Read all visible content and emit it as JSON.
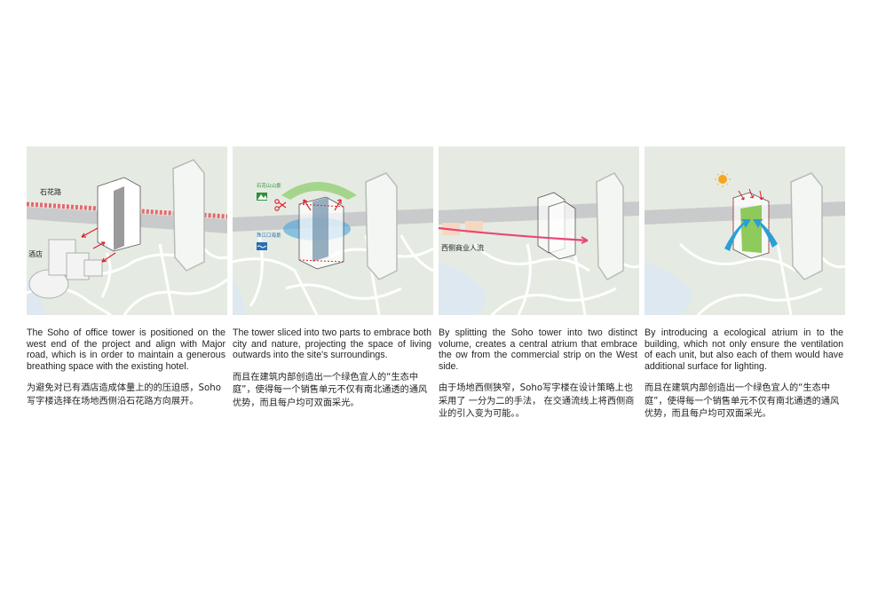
{
  "panels": [
    {
      "labels": {
        "road": "石花路",
        "hotel": "酒店"
      },
      "en": "The Soho of office tower is positioned on the west end of the project and align with Major road, which is in order to maintain a generous breathing space with the existing hotel.",
      "zh": "为避免对已有酒店造成体量上的的压迫感，Soho写字楼选择在场地西侧沿石花路方向展开。"
    },
    {
      "labels": {
        "mountain": "石花山山景",
        "harbor": "珠江口海景"
      },
      "en": " The tower sliced into two parts to embrace both city and nature, projecting the space of living outwards into the site's surroundings.",
      "zh": "而且在建筑内部创造出一个绿色宜人的“生态中庭”，使得每一个销售单元不仅有南北通透的通风优势，而且每户均可双面采光。"
    },
    {
      "labels": {
        "flow": "西侧商业人流"
      },
      "en": "By splitting the Soho tower into two distinct volume, creates a central atrium that embrace the  ow from the commercial strip on the West side.",
      "zh": "由于场地西侧狭窄，Soho写字楼在设计策略上也采用了 一分为二的手法， 在交通流线上将西侧商业的引入变为可能。。"
    },
    {
      "labels": {},
      "en": "By introducing a ecological atrium in to the building, which not only ensure the ventilation of each unit, but also each of them would have additional surface for lighting.",
      "zh": "而且在建筑内部创造出一个绿色宜人的“生态中庭”，使得每一个销售单元不仅有南北通透的通风优势，而且每户均可双面采光。"
    }
  ],
  "colors": {
    "map_bg": "#e5ebe2",
    "road": "#c9cacb",
    "street_line": "#ffffff",
    "water": "#dde8f0",
    "red_road": "#e8505b",
    "atrium_green": "#7cc242",
    "wind_blue": "#2a9fd6",
    "flow_pink": "#e8457a"
  },
  "icons": [
    "mountain-icon",
    "wave-icon",
    "scissors-icon",
    "sun-icon"
  ]
}
